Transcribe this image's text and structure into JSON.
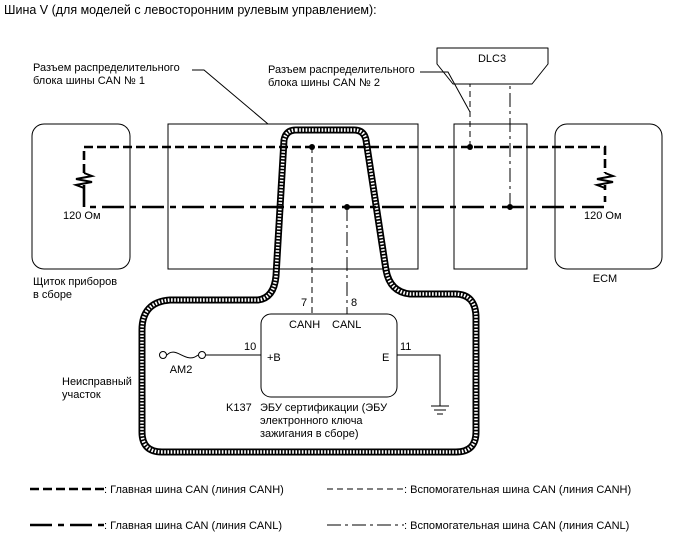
{
  "title": "Шина V (для моделей с левосторонним рулевым управлением):",
  "labels": {
    "junction1": [
      "Разъем распределительного",
      "блока шины CAN № 1"
    ],
    "junction2": [
      "Разъем распределительного",
      "блока шины CAN № 2"
    ],
    "dlc": "DLC3",
    "res_left": "120 Ом",
    "res_right": "120 Ом",
    "cluster": [
      "Щиток приборов",
      "в сборе"
    ],
    "ecm": "ECM",
    "faulty": [
      "Неисправный",
      "участок"
    ],
    "pin7": "7",
    "pin8": "8",
    "canh": "CANH",
    "canl": "CANL",
    "pin10": "10",
    "pin11": "11",
    "plus_b": "+B",
    "e": "E",
    "am2": "AM2",
    "k137": "K137",
    "ecu": [
      "ЭБУ сертификации (ЭБУ",
      "электронного ключа",
      "зажигания в сборе)"
    ]
  },
  "legend": {
    "main_canh": ": Главная шина CAN (линия CANH)",
    "aux_canh": ": Вспомогательная шина CAN (линия CANH)",
    "main_canl": ": Главная шина CAN (линия CANL)",
    "aux_canl": ": Вспомогательная шина CAN (линия CANL)"
  }
}
